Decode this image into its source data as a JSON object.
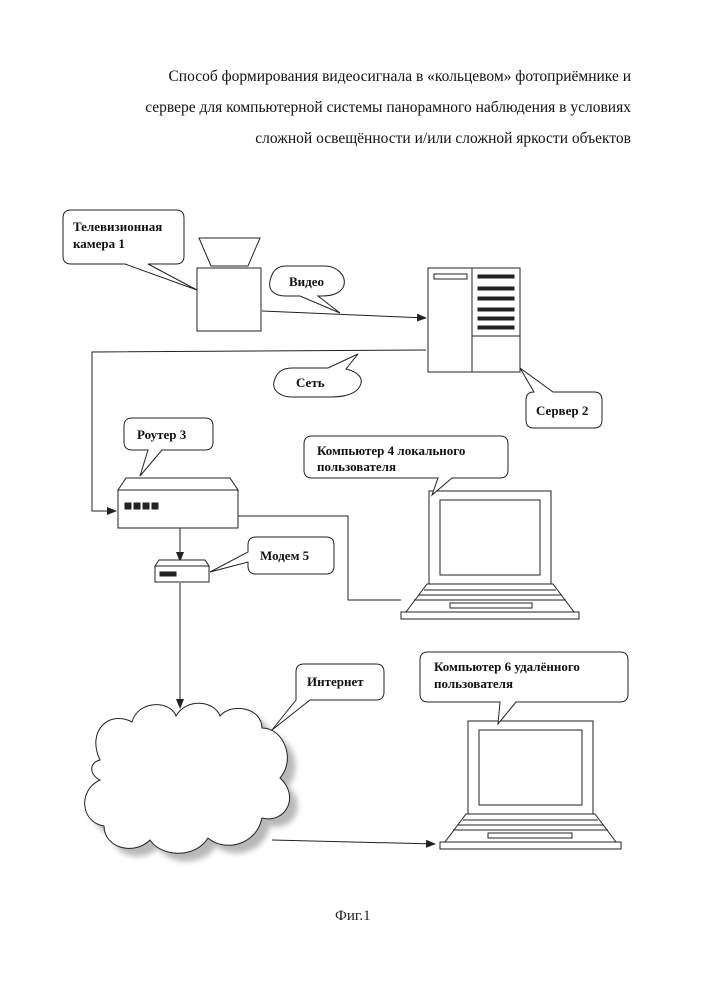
{
  "title": {
    "line1": "Способ формирования видеосигнала в «кольцевом» фотоприёмнике и",
    "line2": "сервере для компьютерной  системы панорамного наблюдения в условиях",
    "line3": "сложной освещённости и/или сложной яркости объектов"
  },
  "callouts": {
    "camera_line1": "Телевизионная",
    "camera_line2": "камера 1",
    "video": "Видео",
    "network": "Сеть",
    "server": "Сервер 2",
    "router": "Роутер 3",
    "local_line1": "Компьютер 4 локального",
    "local_line2": "пользователя",
    "modem": "Модем 5",
    "internet": "Интернет",
    "remote_line1": "Компьютер 6 удалённого",
    "remote_line2": "пользователя"
  },
  "figure_caption": "Фиг.1"
}
